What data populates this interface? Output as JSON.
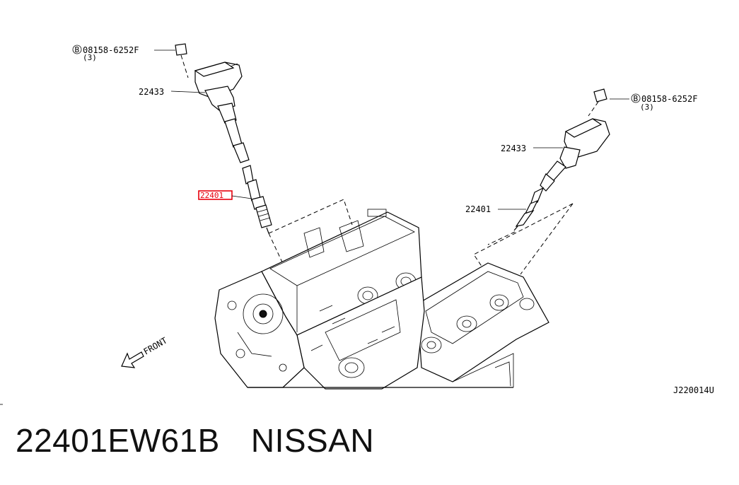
{
  "diagram": {
    "bolt_left_label": "08158-6252F",
    "bolt_left_qty": "(3)",
    "bolt_right_label": "08158-6252F",
    "bolt_right_qty": "(3)",
    "bolt_marker": "B",
    "coil_left_label": "22433",
    "coil_right_label": "22433",
    "plug_left_label": "22401",
    "plug_right_label": "22401",
    "front_label": "FRONT",
    "figure_code": "J220014U",
    "highlight_color": "#e8000d"
  },
  "caption": {
    "part_number": "22401EW61B",
    "brand": "NISSAN"
  }
}
